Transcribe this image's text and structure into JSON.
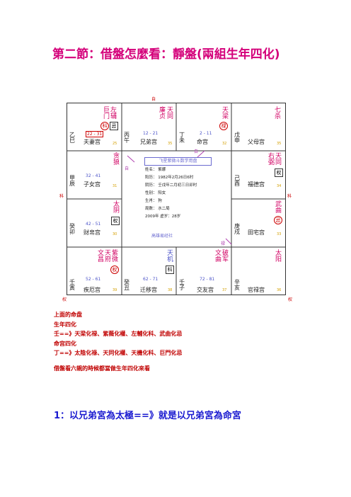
{
  "title": "第二節：借盤怎麼看：靜盤(兩組生年四化)",
  "chart": {
    "top_label": "自",
    "left_label": "科",
    "right_label": "科",
    "bl_label": "权",
    "br_label": "权",
    "center": {
      "title": "飞星紫微斗数学用盘",
      "name": "姓名：  紫娜",
      "solar": "阳历：  1982年2月26日6时",
      "lunar": "阴历：  壬戌年二月初三日卯时",
      "gender": "性别：  阳女",
      "shengzhu": "生肖：  狗",
      "ju": "局数：  水二局",
      "age": "2009年  虚岁：28岁",
      "foot": "高雄易经社",
      "self1": "自",
      "self2": "自",
      "self3": "禄"
    },
    "cells": {
      "si": {
        "stem": "乙巳",
        "pal": "夫妻宫",
        "range": "22 - 31",
        "stars": [
          "左辅",
          "巨门"
        ],
        "b1": "科",
        "b2": "忌",
        "age": "25"
      },
      "wu": {
        "stem": "丙午",
        "pal": "兄弟宫",
        "range": "12 - 21",
        "stars": [
          "天同",
          "廉贞"
        ],
        "age": "35"
      },
      "wei": {
        "stem": "丁未",
        "pal": "命宫",
        "range": "2 - 11",
        "stars": [
          "天梁"
        ],
        "b1": "禄",
        "age": "32"
      },
      "shen": {
        "stem": "戊申",
        "pal": "父母宫",
        "stars": [
          "七杀"
        ],
        "age": "35"
      },
      "chen": {
        "stem": "甲辰",
        "pal": "子女宫",
        "range": "32 - 41",
        "stars": [
          "贪狼"
        ],
        "age": "31"
      },
      "you": {
        "stem": "己酉",
        "pal": "福德宫",
        "stars": [
          "右弼",
          "天同"
        ],
        "b1": "权",
        "age": "34"
      },
      "mao": {
        "stem": "癸卯",
        "pal": "财帛宫",
        "range": "42 - 51",
        "stars": [
          "太阴"
        ],
        "b1": "权",
        "age": "30"
      },
      "xu": {
        "stem": "庚戌",
        "pal": "田宅宫",
        "stars": [
          "武曲"
        ],
        "b1": "忌",
        "age": "33"
      },
      "yin": {
        "stem": "壬寅",
        "pal": "疾厄宫",
        "range": "52 - 61",
        "stars": [
          "文昌",
          "天府",
          "紫微"
        ],
        "b1": "权",
        "age": "39"
      },
      "chou": {
        "stem": "癸丑",
        "pal": "迁移宫",
        "range": "62 - 71",
        "stars": [
          "天机"
        ],
        "b1": "科",
        "age": "38"
      },
      "zi": {
        "stem": "壬子",
        "pal": "交友宫",
        "range": "72 - 81",
        "stars": [
          "文曲",
          "破军"
        ],
        "age": "37"
      },
      "hai": {
        "stem": "辛亥",
        "pal": "官禄宫",
        "stars": [
          "太阳"
        ],
        "age": "36"
      }
    }
  },
  "notes": [
    "上面的命盘",
    "生年四化",
    "壬==》天梁化禄、紫薇化權、左輔化科、武曲化忌",
    "命宫四化",
    "丁==》太陰化祿、天同化權、天機化科、巨門化忌",
    "",
    "借盤看六親的時候都當做生年四化來看"
  ],
  "footer": "1：以兄弟宮為太極==》就是以兄弟宮為命宮"
}
